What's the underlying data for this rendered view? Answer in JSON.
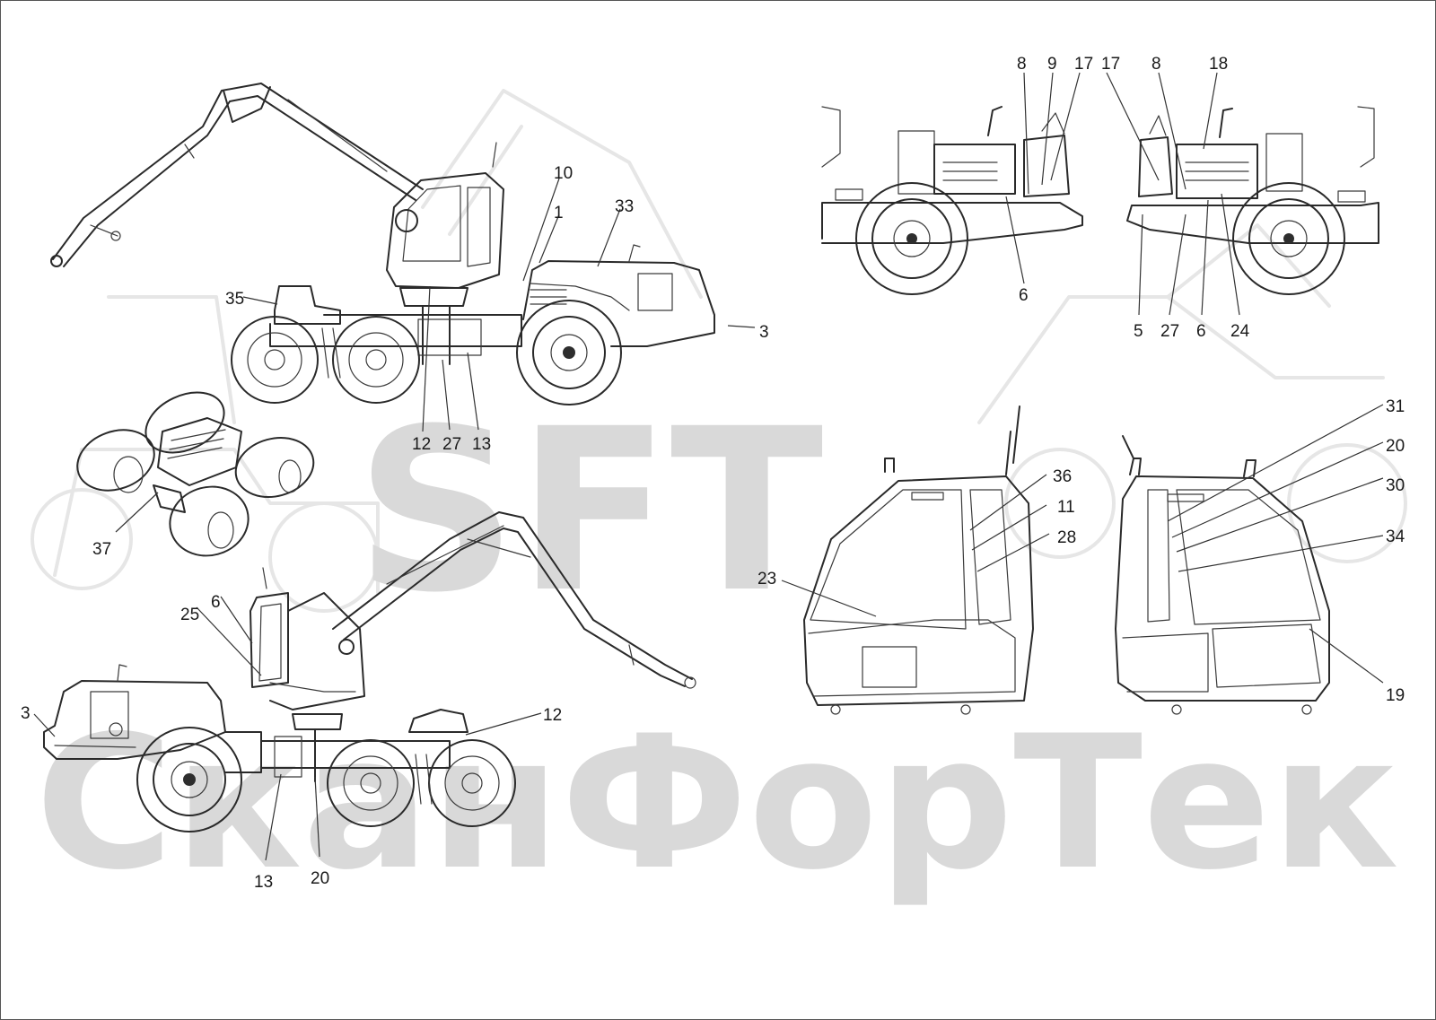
{
  "watermark": {
    "logo_text": "SFT",
    "brand_text": "СканФорТек",
    "color": "#d9d9d9"
  },
  "diagram": {
    "line_color": "#2a2a2a",
    "views": [
      {
        "id": "harvester-side-left",
        "callouts": [
          "10",
          "1",
          "33",
          "35",
          "3",
          "12",
          "27",
          "13"
        ]
      },
      {
        "id": "harvester-iso-bottom",
        "callouts": [
          "37"
        ]
      },
      {
        "id": "harvester-side-right",
        "callouts": [
          "6",
          "25",
          "3",
          "12",
          "13",
          "20"
        ]
      },
      {
        "id": "engine-left",
        "callouts": [
          "8",
          "9",
          "17",
          "6"
        ]
      },
      {
        "id": "engine-right",
        "callouts": [
          "17",
          "8",
          "18",
          "5",
          "27",
          "6",
          "24"
        ]
      },
      {
        "id": "cab-left",
        "callouts": [
          "36",
          "11",
          "28",
          "23"
        ]
      },
      {
        "id": "cab-right",
        "callouts": [
          "31",
          "20",
          "30",
          "34",
          "19"
        ]
      }
    ]
  }
}
